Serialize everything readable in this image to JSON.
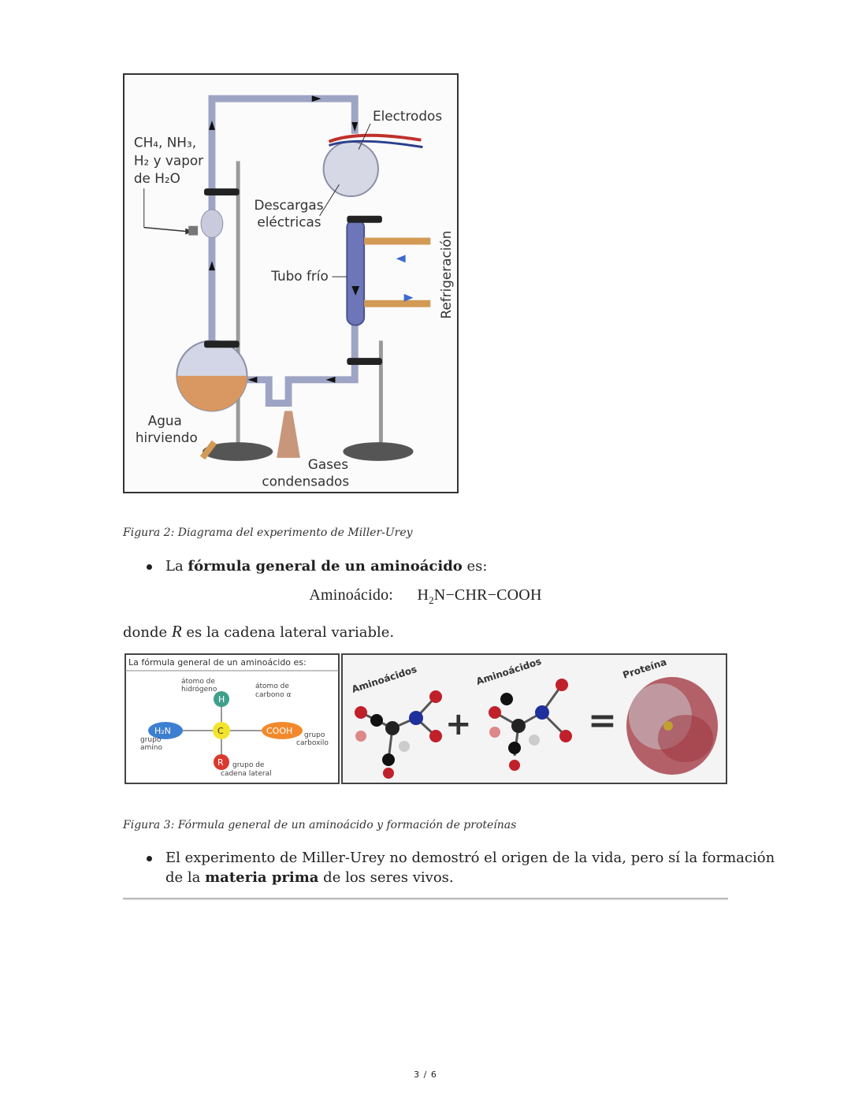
{
  "figure2": {
    "labels": {
      "electrodos": "Electrodos",
      "gases_in_1": "CH₄, NH₃,",
      "gases_in_2": "H₂ y vapor",
      "gases_in_3": "de H₂O",
      "descargas_1": "Descargas",
      "descargas_2": "eléctricas",
      "tubo_frio": "Tubo frío",
      "refrigeracion": "Refrigeración",
      "agua_1": "Agua",
      "agua_2": "hirviendo",
      "gases_out_1": "Gases",
      "gases_out_2": "condensados"
    },
    "caption": "Figura 2: Diagrama del experimento de Miller-Urey"
  },
  "bullet1": {
    "pre": "La ",
    "bold": "fórmula general de un aminoácido",
    "post": " es:"
  },
  "formula": {
    "label": "Aminoácido:",
    "expr_a": "H",
    "expr_sub": "2",
    "expr_b": "N−CHR−COOH"
  },
  "donde": {
    "pre": "donde ",
    "var": "R",
    "post": " es la cadena lateral variable."
  },
  "figure3": {
    "header": "La fórmula general de un aminoácido es:",
    "atomo_h_1": "átomo de",
    "atomo_h_2": "hidrógeno",
    "atomo_c_1": "átomo de",
    "atomo_c_2": "carbono α",
    "h": "H",
    "c": "C",
    "r": "R",
    "h2n": "H₂N",
    "cooh": "COOH",
    "grupo_amino_1": "grupo",
    "grupo_amino_2": "amino",
    "grupo_carb_1": "grupo",
    "grupo_carb_2": "carboxilo",
    "grupo_cadena_1": "grupo de",
    "grupo_cadena_2": "cadena lateral",
    "aminoacidos_1": "Aminoácidos",
    "aminoacidos_2": "Aminoácidos",
    "proteina": "Proteína",
    "plus": "+",
    "equals": "=",
    "caption": "Figura 3: Fórmula general de un aminoácido y formación de proteínas"
  },
  "bullet2": {
    "line1": "El experimento de Miller-Urey no demostró el origen de la vida, pero sí la formación",
    "pre2": "de la ",
    "bold2": "materia prima",
    "post2": " de los seres vivos."
  },
  "page_number": "3 / 6"
}
